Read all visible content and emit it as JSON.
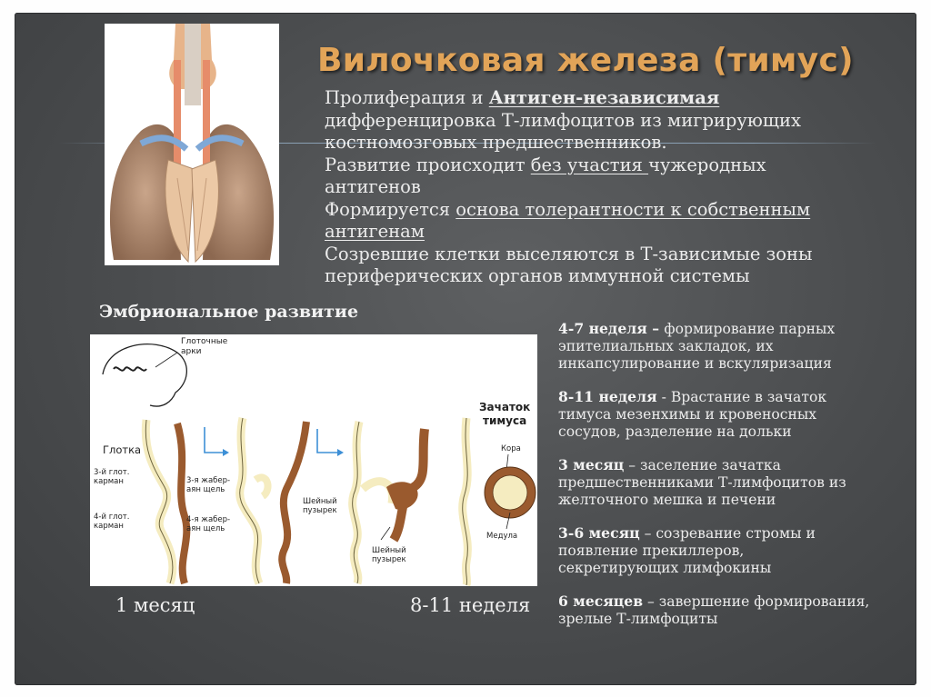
{
  "title": "Вилочковая железа (тимус)",
  "intro": {
    "l1_pre": "Пролиферация и ",
    "l1_u": "Антиген-независимая",
    "l2": "дифференцировка Т-лимфоцитов из мигрирующих",
    "l3": "костномозговых предшественников.",
    "l4_pre": "Развитие происходит ",
    "l4_u": "без участия ",
    "l4_post": "чужеродных",
    "l5": "антигенов",
    "l6_pre": "Формируется ",
    "l6_u": "основа толерантности к собственным",
    "l7_u": "антигенам",
    "l8": "Созревшие клетки выселяются в Т-зависимые зоны",
    "l9": "периферических органов иммунной системы"
  },
  "embryo_heading": "Эмбриональное развитие",
  "diagram": {
    "labels": {
      "arches_1": "Глоточные",
      "arches_2": "арки",
      "pharynx": "Глотка",
      "p3_1": "3-й глот.",
      "p3_2": "карман",
      "p4_1": "4-й глот.",
      "p4_2": "карман",
      "g3_1": "3-я жабер-",
      "g3_2": "аян щель",
      "g4_1": "4-я жабер-",
      "g4_2": "аян щель",
      "vesicle_a1": "Шейный",
      "vesicle_a2": "пузырек",
      "vesicle_b1": "Шейный",
      "vesicle_b2": "пузырек",
      "anlage_1": "Зачаток",
      "anlage_2": "тимуса",
      "cortex": "Кора",
      "medulla": "Медула"
    }
  },
  "captions": {
    "left": "1 месяц",
    "right": "8-11 неделя"
  },
  "stages": [
    {
      "term": "4-7 неделя",
      "sep": " – ",
      "desc_1": "формирование парных",
      "desc_2": "эпителиальных закладок, их",
      "desc_3": "инкапсулирование и вскуляризация"
    },
    {
      "term": "8-11 неделя",
      "sep": " - ",
      "desc_1": "Врастание в зачаток",
      "desc_2": "тимуса мезенхимы и кровеносных",
      "desc_3": "сосудов, разделение на дольки"
    },
    {
      "term": "3 месяц",
      "sep": " – ",
      "desc_1": "заселение зачатка",
      "desc_2": "предшественниками Т-лимфоцитов из",
      "desc_3": "желточного мешка и печени"
    },
    {
      "term": "3-6 месяц",
      "sep": " – ",
      "desc_1": "созревание стромы и",
      "desc_2": "появление прекиллеров,",
      "desc_3": "секретирующих лимфокины"
    },
    {
      "term": "6 месяцев",
      "sep": " – ",
      "desc_1": "завершение формирования,",
      "desc_2": "зрелые Т-лимфоциты",
      "desc_3": ""
    }
  ],
  "colors": {
    "title": "#e2a458",
    "background": "#4a4c4e",
    "text": "#ececec",
    "tissue_brown": "#9a5a2e",
    "tissue_cream": "#f5ecc0",
    "arrow_blue": "#3d8fd6"
  }
}
